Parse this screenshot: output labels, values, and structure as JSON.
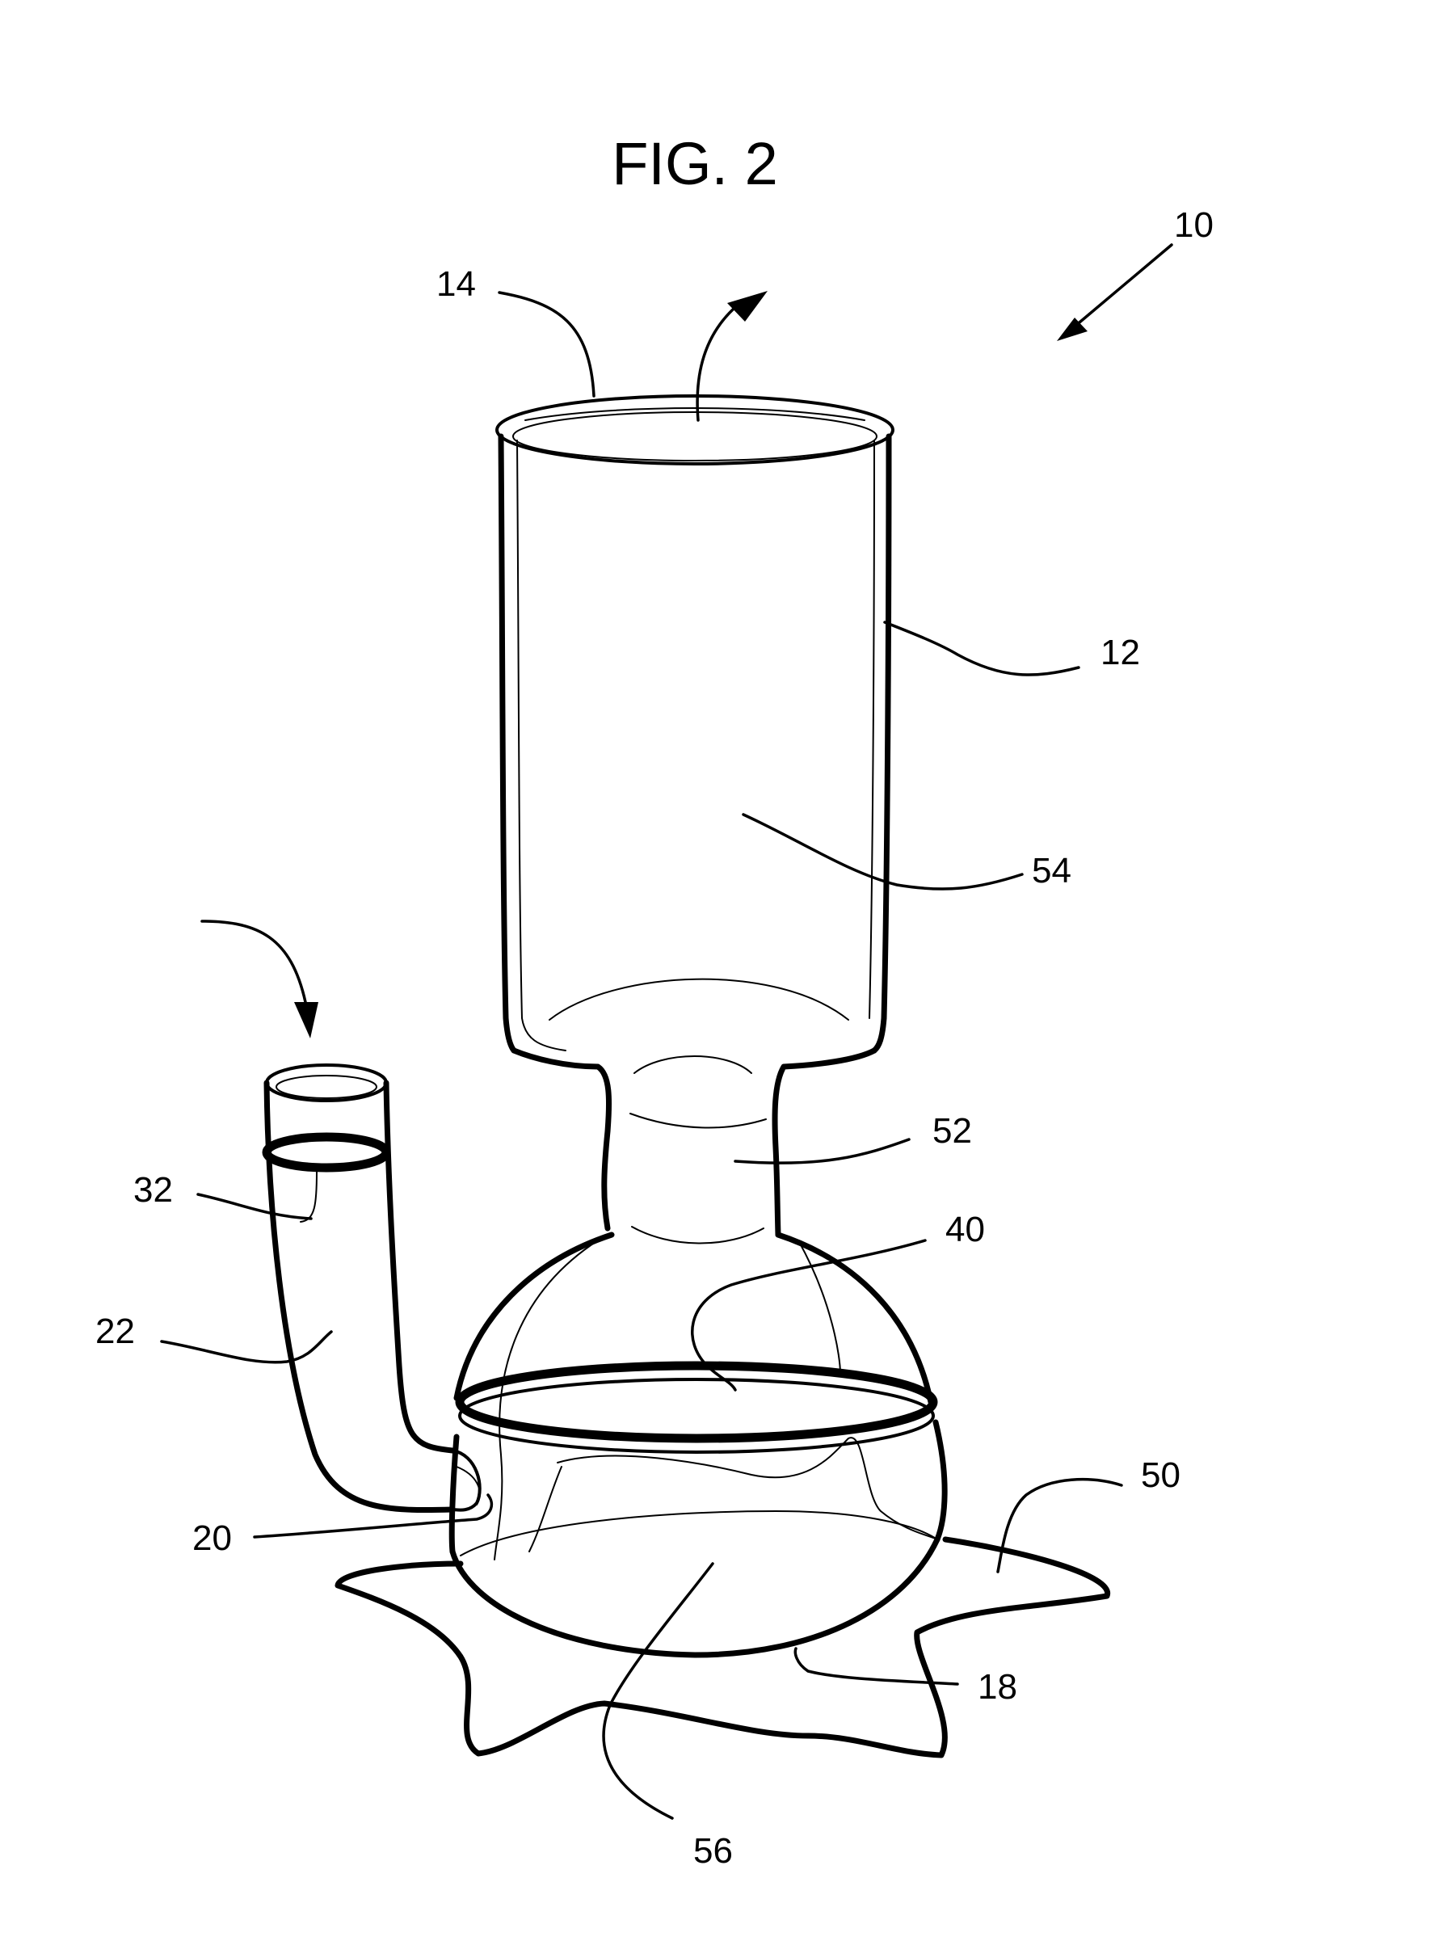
{
  "figure": {
    "title": "FIG. 2",
    "labels": {
      "ref_10": "10",
      "ref_12": "12",
      "ref_14": "14",
      "ref_18": "18",
      "ref_20": "20",
      "ref_22": "22",
      "ref_32": "32",
      "ref_40": "40",
      "ref_50": "50",
      "ref_52": "52",
      "ref_54": "54",
      "ref_56": "56"
    }
  }
}
